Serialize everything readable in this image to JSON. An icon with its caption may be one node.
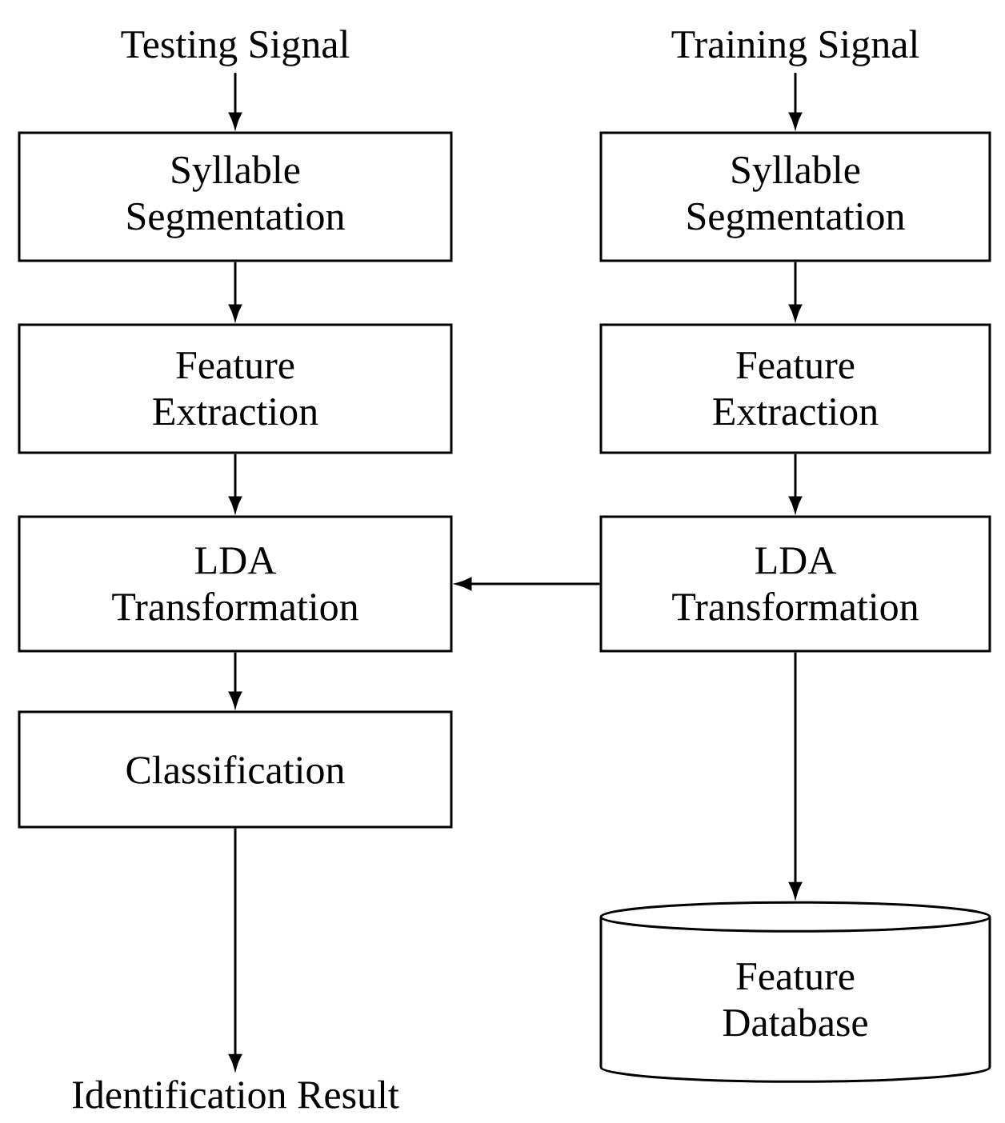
{
  "diagram": {
    "nodes": [
      {
        "text": [
          "Testing Signal"
        ]
      },
      {
        "text": [
          "Syllable Segmentation"
        ]
      },
      {
        "text": [
          "Feature Extraction"
        ]
      },
      {
        "text": [
          "LDA Transformation"
        ]
      },
      {
        "text": [
          "Classification"
        ]
      },
      {
        "text": [
          "Identification Result"
        ]
      },
      {
        "text": [
          "Training Signal"
        ]
      },
      {
        "text": [
          "Syllable Segmentation"
        ]
      },
      {
        "text": [
          "Feature Extraction"
        ]
      },
      {
        "text": [
          "LDA Transformation"
        ]
      },
      {
        "text": [
          "Feature Database"
        ]
      }
    ],
    "edges": [
      {
        "from": 0,
        "to": 1,
        "arrow": "to"
      },
      {
        "from": 1,
        "to": 2,
        "arrow": "to"
      },
      {
        "from": 2,
        "to": 3,
        "arrow": "to"
      },
      {
        "from": 3,
        "to": 4,
        "arrow": "to"
      },
      {
        "from": 4,
        "to": 5,
        "arrow": "to"
      },
      {
        "from": 6,
        "to": 7,
        "arrow": "to"
      },
      {
        "from": 7,
        "to": 8,
        "arrow": "to"
      },
      {
        "from": 8,
        "to": 9,
        "arrow": "to"
      },
      {
        "from": 9,
        "to": 3,
        "arrow": "to"
      },
      {
        "from": 9,
        "to": 10,
        "arrow": "to"
      }
    ]
  }
}
